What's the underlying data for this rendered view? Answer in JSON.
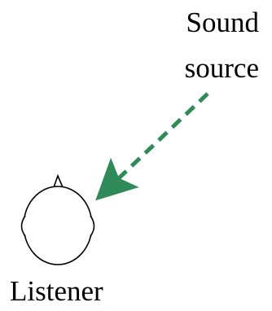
{
  "diagram": {
    "sound_source_label_line1": "Sound",
    "sound_source_label_line2": "source",
    "listener_label": "Listener",
    "colors": {
      "arrow": "#2e8b57",
      "outline": "#000000",
      "text": "#000000",
      "background": "#ffffff"
    },
    "icons": {
      "head": "head-top-view-icon",
      "arrow": "dashed-arrow-icon"
    }
  }
}
